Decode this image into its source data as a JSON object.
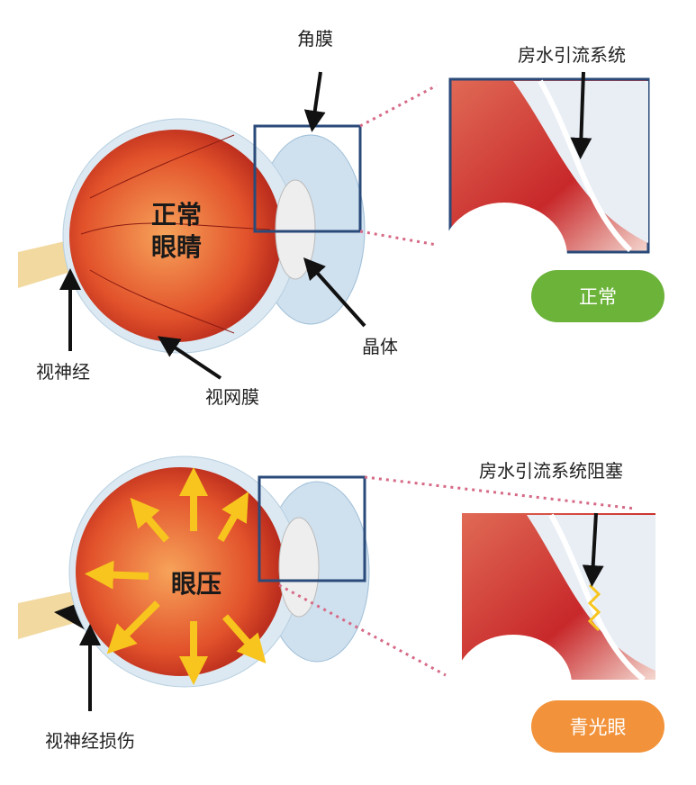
{
  "normal": {
    "cornea_label": "角膜",
    "drainage_label": "房水引流系统",
    "eye_label_line1": "正常",
    "eye_label_line2": "眼睛",
    "lens_label": "晶体",
    "optic_nerve_label": "视神经",
    "retina_label": "视网膜",
    "status_badge": "正常",
    "badge_color": "#6cb33a"
  },
  "glaucoma": {
    "drainage_blocked_label": "房水引流系统阻塞",
    "pressure_label": "眼压",
    "optic_nerve_damage_label": "视神经损伤",
    "status_badge": "青光眼",
    "badge_color": "#f2923a"
  }
}
